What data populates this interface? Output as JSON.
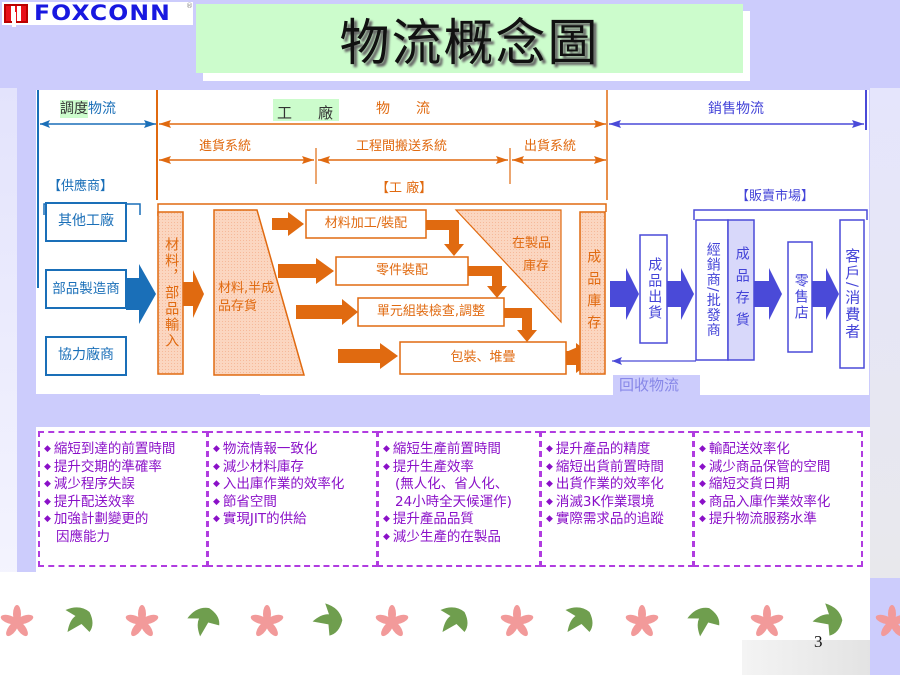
{
  "logo": {
    "brand": "FOXCONN",
    "mark": "H",
    "registered": "®"
  },
  "title": "物流概念圖",
  "flows": {
    "procurement": {
      "highlight": "調度",
      "text": "物流"
    },
    "factory": {
      "part1": "工",
      "part2": "廠",
      "part3": "物",
      "part4": "流"
    },
    "sales": "銷售物流",
    "inbound_system": "進貨系統",
    "process_transport_system": "工程間搬送系統",
    "outbound_system": "出貨系統",
    "recovery": "回收物流"
  },
  "sections": {
    "suppliers": "【供應商】",
    "factory": "【工 廠】",
    "market": "【販賣市場】"
  },
  "suppliers": [
    "其他工廠",
    "部品製造商",
    "協力廠商"
  ],
  "factory_nodes": {
    "material_input": "材料，部品輸入",
    "material_inventory_line1": "材料,半成",
    "material_inventory_line2": "品存貨",
    "processes": [
      "材料加工/裝配",
      "零件裝配",
      "單元組裝檢查,調整",
      "包裝、堆疊"
    ],
    "wip_line1": "在製品",
    "wip_line2": "庫存",
    "finished_inventory": "成品庫存"
  },
  "market_nodes": {
    "shipment": "成品出貨",
    "distributor": "經銷商/批發商",
    "distributor_stock": "成品存貨",
    "retailer": "零售店",
    "customer": "客戶/消費者"
  },
  "benefits": [
    {
      "items": [
        "縮短到達的前置時間",
        "提升交期的準確率",
        "減少程序失誤",
        "提升配送效率",
        "加強計劃變更的",
        "因應能力"
      ],
      "indent": [
        5
      ]
    },
    {
      "items": [
        "物流情報一致化",
        "減少材料庫存",
        "入出庫作業的效率化",
        "節省空間",
        "實現JIT的供給"
      ],
      "indent": []
    },
    {
      "items": [
        "縮短生產前置時間",
        "提升生產效率",
        "(無人化、省人化、",
        "24小時全天候運作)",
        "提升產品品質",
        "減少生產的在製品"
      ],
      "indent": [
        2,
        3
      ]
    },
    {
      "items": [
        "提升產品的精度",
        "縮短出貨前置時間",
        "出貨作業的效率化",
        "消滅3K作業環境",
        "實際需求品的追蹤"
      ],
      "indent": []
    },
    {
      "items": [
        "輸配送效率化",
        "減少商品保管的空間",
        "縮短交貨日期",
        "商品入庫作業效率化",
        "提升物流服務水準"
      ],
      "indent": []
    }
  ],
  "colors": {
    "orange": "#e06a10",
    "blue": "#1a6fb8",
    "violet": "#4a4ad8",
    "purple": "#8a10c8",
    "background": "#ccccfc",
    "title_bg": "#ccfccc"
  },
  "page_number": "3"
}
